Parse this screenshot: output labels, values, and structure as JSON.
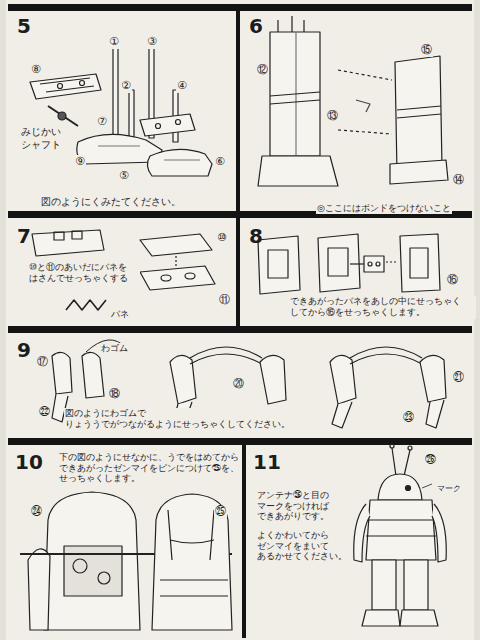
{
  "diagram": {
    "labels": [
      "5",
      "①",
      "③",
      "②",
      "④",
      "⑧",
      "みじかい シャフト",
      "⑨",
      "⑦",
      "⑤",
      "⑥",
      "図のようにくみたてください。",
      "6",
      "⑫",
      "⑬",
      "⑮",
      "⑭",
      "◎ここにはボンドをつけないこと",
      "7",
      "⑩と⑪のあいだにバネを はさんでせっちゃくする",
      "⑩",
      "⑪",
      "バネ",
      "8",
      "⑯",
      "できあがったバネをあしの中にせっちゃく してから⑯をせっちゃくします。",
      "9",
      "わゴム",
      "⑰",
      "⑱",
      "㉒",
      "⑳",
      "㉑",
      "㉓",
      "図のようにわゴムで りょううでがつながるようにせっちゃくしてください。",
      "10",
      "下の図のようにせなかに、うでをはめてから できあがったゼンマイをピンにつけて㉕を、 せっちゃくします。",
      "㉔",
      "㉕",
      "11",
      "㉖",
      "マーク",
      "アンテナ㉖と目の マークをつければ できあがりです。",
      "よくかわいてから ゼンマイをまいて あるかせてください。"
    ]
  }
}
